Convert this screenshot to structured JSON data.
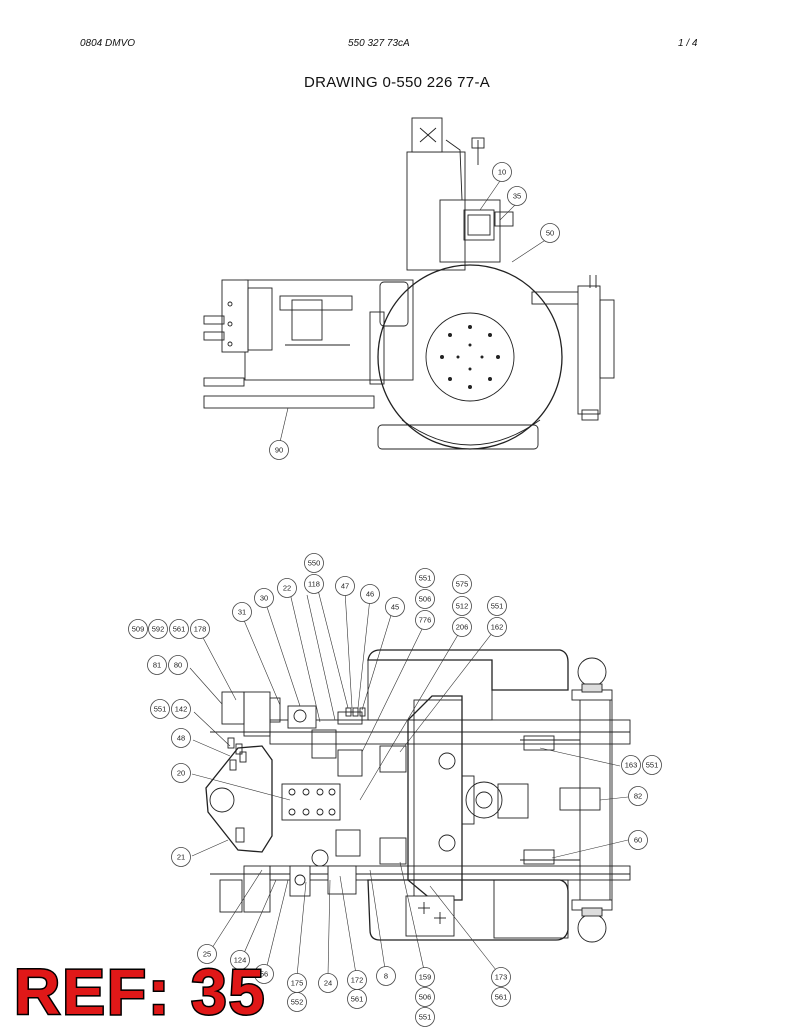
{
  "header": {
    "left": "0804 DMVO",
    "center": "550 327 73cA",
    "right": "1 /   4"
  },
  "title": "DRAWING  0-550 226 77-A",
  "ref_label": "REF: 35",
  "callouts_top": [
    {
      "label": "10"
    },
    {
      "label": "35"
    },
    {
      "label": "50"
    },
    {
      "label": "90"
    }
  ],
  "callouts_bottom": [
    {
      "label": "550"
    },
    {
      "label": "118"
    },
    {
      "label": "22"
    },
    {
      "label": "30"
    },
    {
      "label": "31"
    },
    {
      "label": "47"
    },
    {
      "label": "46"
    },
    {
      "label": "45"
    },
    {
      "label": "551"
    },
    {
      "label": "506"
    },
    {
      "label": "776"
    },
    {
      "label": "575"
    },
    {
      "label": "512"
    },
    {
      "label": "206"
    },
    {
      "label": "551"
    },
    {
      "label": "162"
    },
    {
      "label": "509"
    },
    {
      "label": "592"
    },
    {
      "label": "561"
    },
    {
      "label": "178"
    },
    {
      "label": "81"
    },
    {
      "label": "80"
    },
    {
      "label": "551"
    },
    {
      "label": "142"
    },
    {
      "label": "48"
    },
    {
      "label": "20"
    },
    {
      "label": "21"
    },
    {
      "label": "163"
    },
    {
      "label": "551"
    },
    {
      "label": "82"
    },
    {
      "label": "60"
    },
    {
      "label": "25"
    },
    {
      "label": "124"
    },
    {
      "label": "56"
    },
    {
      "label": "175"
    },
    {
      "label": "552"
    },
    {
      "label": "24"
    },
    {
      "label": "172"
    },
    {
      "label": "561"
    },
    {
      "label": "8"
    },
    {
      "label": "159"
    },
    {
      "label": "506"
    },
    {
      "label": "551"
    },
    {
      "label": "173"
    },
    {
      "label": "561"
    }
  ]
}
